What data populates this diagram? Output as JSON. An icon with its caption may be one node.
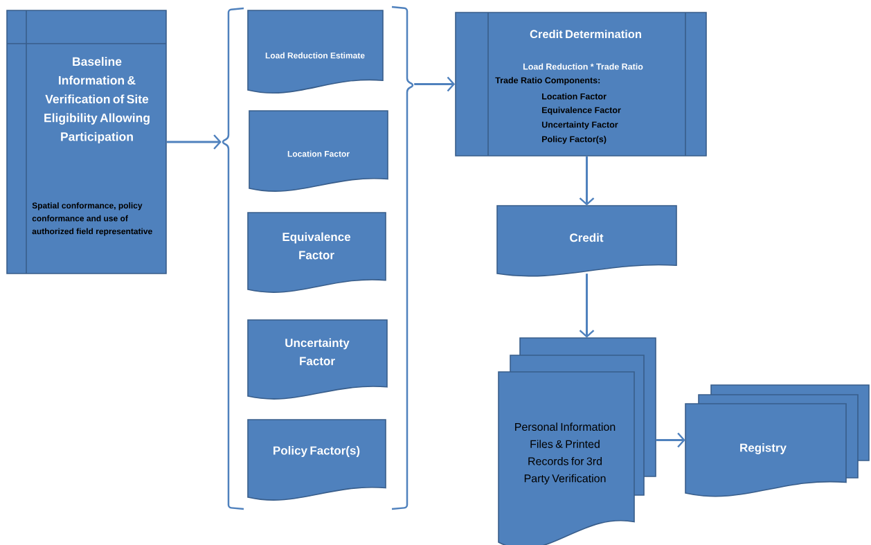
{
  "diagram": {
    "nodes": [
      {
        "text": [
          "Baseline Information & Verification of Site Eligibility Allowing Participation",
          "Spatial conformance, policy conformance and use of authorized field representative"
        ]
      },
      {
        "text": [],
        "shape": "bracket"
      },
      {
        "text": [
          "Load Reduction Estimate"
        ],
        "in": 1
      },
      {
        "text": [
          "Location Factor"
        ],
        "in": 1
      },
      {
        "text": [
          "Equivalence Factor"
        ],
        "in": 1
      },
      {
        "text": [
          "Uncertainty Factor"
        ],
        "in": 1
      },
      {
        "text": [
          "Policy Factor(s)"
        ],
        "in": 1
      },
      {
        "text": [
          "Credit Determination",
          "Load Reduction * Trade Ratio",
          "Trade Ratio Components:",
          "Location Factor",
          "Equivalence Factor",
          "Uncertainty Factor",
          "Policy Factor(s)"
        ]
      },
      {
        "text": [
          "Credit"
        ]
      },
      {
        "text": [
          "Personal Information Files & Printed Records for 3rd Party Verification"
        ]
      },
      {
        "text": [
          "Registry"
        ]
      }
    ],
    "edges": [
      {
        "from": 0,
        "to": 1,
        "arrow": "to"
      },
      {
        "from": 1,
        "to": 7,
        "arrow": "to"
      },
      {
        "from": 7,
        "to": 8,
        "arrow": "to"
      },
      {
        "from": 8,
        "to": 9,
        "arrow": "to"
      },
      {
        "from": 9,
        "to": 10,
        "arrow": "to"
      }
    ]
  }
}
